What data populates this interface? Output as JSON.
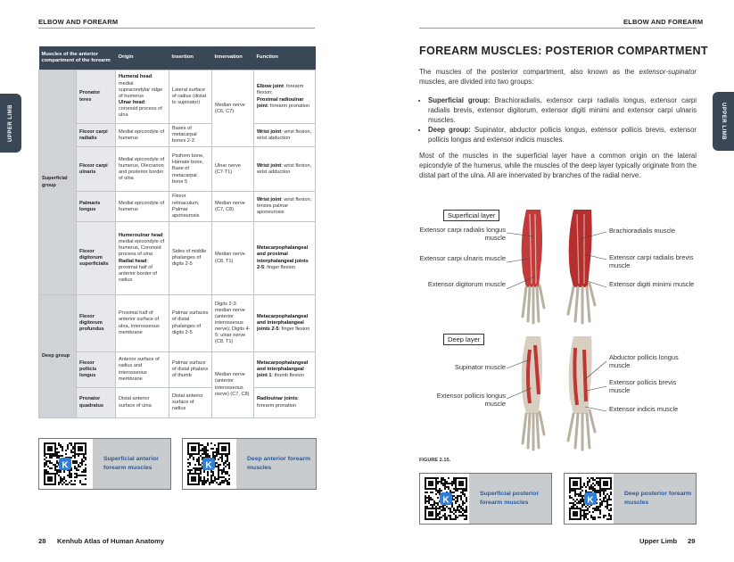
{
  "left_page": {
    "running_head": "ELBOW AND FOREARM",
    "side_tab": "UPPER LIMB",
    "table": {
      "headers": [
        "Muscles of the anterior compartment of the forearm",
        "",
        "Origin",
        "Insertion",
        "Innervation",
        "Function"
      ],
      "groups": {
        "superficial": "Superficial group",
        "deep": "Deep group"
      },
      "rows": [
        {
          "muscle": "Pronator teres",
          "origin_a_bold": "Humeral head",
          "origin_a": ": medial supracondylar ridge of humerus",
          "origin_b_bold": "Ulnar head",
          "origin_b": ": coronoid process of ulna",
          "insertion": "Lateral surface of radius (distal to supinator)",
          "innervation": "Median nerve (C6, C7)",
          "function_a_bold": "Elbow joint",
          "function_a": ": forearm flexion;",
          "function_b_bold": "Proximal radioulnar joint",
          "function_b": ": forearm pronation"
        },
        {
          "muscle": "Flexor carpi radialis",
          "origin": "Medial epicondyle of humerus",
          "insertion": "Bases of metacarpal bones 2-3",
          "function_bold": "Wrist joint",
          "function": ": wrist flexion, wrist abduction"
        },
        {
          "muscle": "Flexor carpi ulnaris",
          "origin": "Medial epicondyle of humerus, Olecranon and posterior border of ulna",
          "insertion": "Pisiform bone, Hamate bone, Base of metacarpal bone 5",
          "innervation": "Ulnar nerve (C7-T1)",
          "function_bold": "Wrist joint",
          "function": ": wrist flexion, wrist adduction"
        },
        {
          "muscle": "Palmaris longus",
          "origin": "Medial epicondyle of humerus",
          "insertion": "Flexor retinaculum, Palmar aponeurosis",
          "innervation": "Median nerve (C7, C8)",
          "function_bold": "Wrist joint",
          "function": ": wrist flexion; tenses palmar aponeurosis"
        },
        {
          "muscle": "Flexor digitorum superficialis",
          "origin_a_bold": "Humeroulnar head",
          "origin_a": ": medial epicondyle of humerus, Coronoid process of ulna",
          "origin_b_bold": "Radial head",
          "origin_b": ": proximal half of anterior border of radius",
          "insertion": "Sides of middle phalanges of digits 2-5",
          "innervation": "Median nerve (C8, T1)",
          "function_bold": "Metacarpophalangeal and proximal interphalangeal joints 2-5",
          "function": ": finger flexion"
        },
        {
          "muscle": "Flexor digitorum profundus",
          "origin": "Proximal half of anterior surface of ulna, Interosseous membrane",
          "insertion": "Palmar surfaces of distal phalanges of digits 2-5",
          "innervation": "Digits 2-3: median nerve (anterior interosseous nerve); Digits 4-5: ulnar nerve (C8, T1)",
          "function_bold": "Metacarpophalangeal and interphalangeal joints 2-5",
          "function": ": finger flexion"
        },
        {
          "muscle": "Flexor pollicis longus",
          "origin": "Anterior surface of radius and interosseous membrane",
          "insertion": "Palmar surface of distal phalanx of thumb",
          "innervation": "Median nerve (anterior interosseous nerve) (C7, C8)",
          "function_bold": "Metacarpophalangeal and interphalangeal joint 1",
          "function": ": thumb flexion"
        },
        {
          "muscle": "Pronator quadratus",
          "origin": "Distal anterior surface of ulna",
          "insertion": "Distal anterior surface of radius",
          "function_bold": "Radioulnar joints",
          "function": ": forearm pronation"
        }
      ]
    },
    "qr_cards": [
      "Superficial anterior forearm muscles",
      "Deep anterior forearm muscles"
    ],
    "qr_badge": "K",
    "footer_page": "28",
    "footer_title": "Kenhub Atlas of Human Anatomy"
  },
  "right_page": {
    "running_head": "ELBOW AND FOREARM",
    "side_tab": "UPPER LIMB",
    "title": "FOREARM MUSCLES: POSTERIOR COMPARTMENT",
    "intro_a": "The muscles of the posterior compartment, also known as the ",
    "intro_italic": "extensor-supinator",
    "intro_b": " muscles, are divided into two groups:",
    "bullets": [
      {
        "bold": "Superficial group:",
        "text": " Brachioradialis, extensor carpi radialis longus, extensor carpi radialis brevis, extensor digitorum, extensor digiti minimi and extensor carpi ulnaris muscles."
      },
      {
        "bold": "Deep group:",
        "text": " Supinator, abductor pollicis longus, extensor pollicis brevis, extensor pollicis longus and extensor indicis muscles."
      }
    ],
    "paragraph": "Most of the muscles in the superficial layer have a common origin on the lateral epicondyle of the humerus, while the muscles of the deep layer typically originate from the distal part of the ulna. All are innervated by branches of the radial nerve.",
    "figure": {
      "superficial_label": "Superficial layer",
      "deep_label": "Deep layer",
      "superficial_left": [
        "Extensor carpi radialis longus muscle",
        "Extensor carpi ulnaris muscle",
        "Extensor digitorum muscle"
      ],
      "superficial_right": [
        "Brachioradialis muscle",
        "Extensor carpi radialis brevis muscle",
        "Extensor digiti minimi muscle"
      ],
      "deep_left": [
        "Supinator muscle",
        "Extensor pollicis longus muscle"
      ],
      "deep_right": [
        "Abductor pollicis longus muscle",
        "Extensor pollicis brevis muscle",
        "Extensor indicis muscle"
      ],
      "caption": "FIGURE 2.15."
    },
    "qr_cards": [
      "Superficial posterior forearm muscles",
      "Deep posterior forearm muscles"
    ],
    "qr_badge": "K",
    "footer_title": "Upper Limb",
    "footer_page": "29"
  }
}
